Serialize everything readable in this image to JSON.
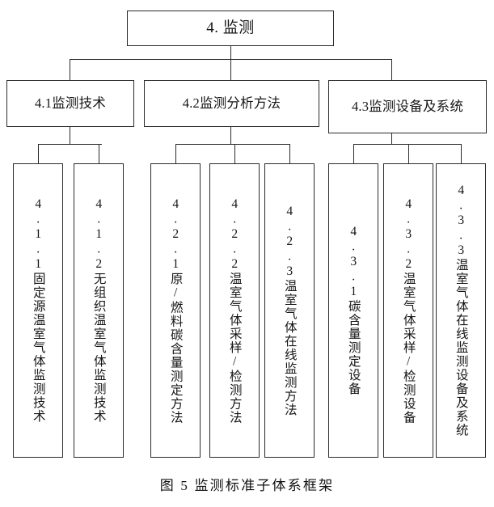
{
  "figure": {
    "caption": "图 5 监测标准子体系框架",
    "root": {
      "label": "4. 监测"
    },
    "level2": [
      {
        "id": "4.1",
        "label": "4.1监测技术"
      },
      {
        "id": "4.2",
        "label": "4.2监测分析方法"
      },
      {
        "id": "4.3",
        "label": "4.3监测设备及系统"
      }
    ],
    "leaves": [
      {
        "id": "4.1.1",
        "parent": "4.1",
        "label": "4.1.1固定源温室气体监测技术"
      },
      {
        "id": "4.1.2",
        "parent": "4.1",
        "label": "4.1.2无组织温室气体监测技术"
      },
      {
        "id": "4.2.1",
        "parent": "4.2",
        "label": "4.2.1原/燃料碳含量测定方法"
      },
      {
        "id": "4.2.2",
        "parent": "4.2",
        "label": "4.2.2温室气体采样/检测方法"
      },
      {
        "id": "4.2.3",
        "parent": "4.2",
        "label": "4.2.3温室气体在线监测方法"
      },
      {
        "id": "4.3.1",
        "parent": "4.3",
        "label": "4.3.1碳含量测定设备"
      },
      {
        "id": "4.3.2",
        "parent": "4.3",
        "label": "4.3.2温室气体采样/检测设备"
      },
      {
        "id": "4.3.3",
        "parent": "4.3",
        "label": "4.3.3温室气体在线监测设备及系统"
      }
    ],
    "colors": {
      "stroke": "#2b2b2b",
      "background": "#ffffff",
      "text": "#161616"
    }
  }
}
